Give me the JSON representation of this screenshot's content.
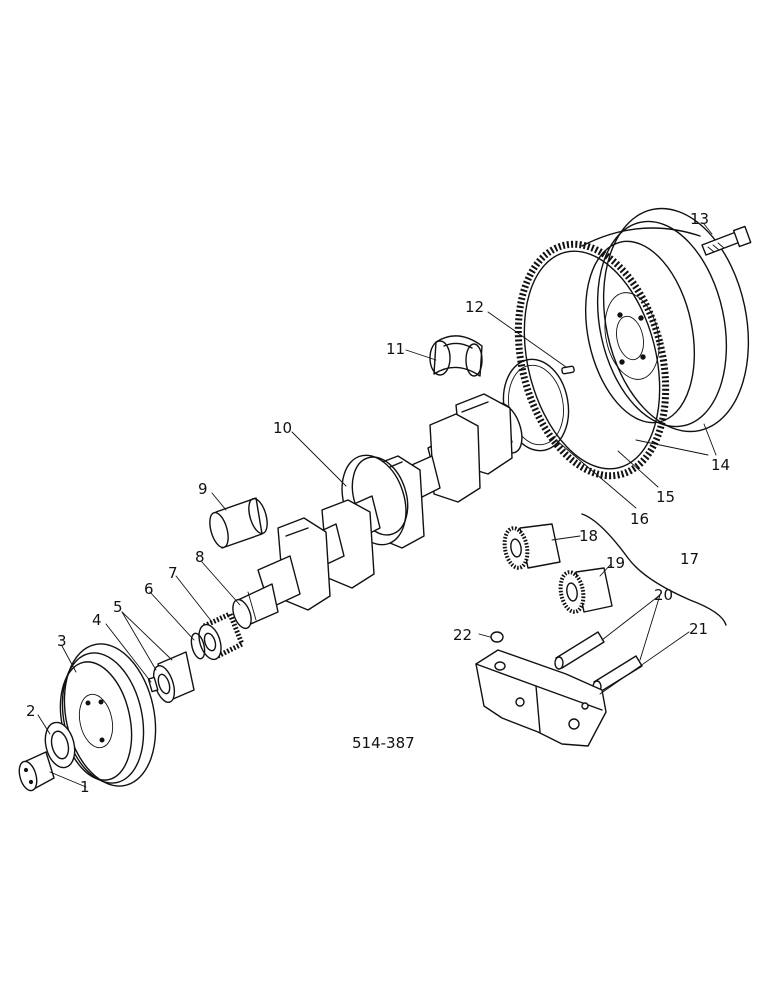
{
  "drawing_code": "514-387",
  "callouts": [
    "1",
    "2",
    "3",
    "4",
    "5",
    "6",
    "7",
    "8",
    "9",
    "10",
    "11",
    "12",
    "13",
    "14",
    "15",
    "16",
    "17",
    "18",
    "19",
    "20",
    "21",
    "22"
  ]
}
